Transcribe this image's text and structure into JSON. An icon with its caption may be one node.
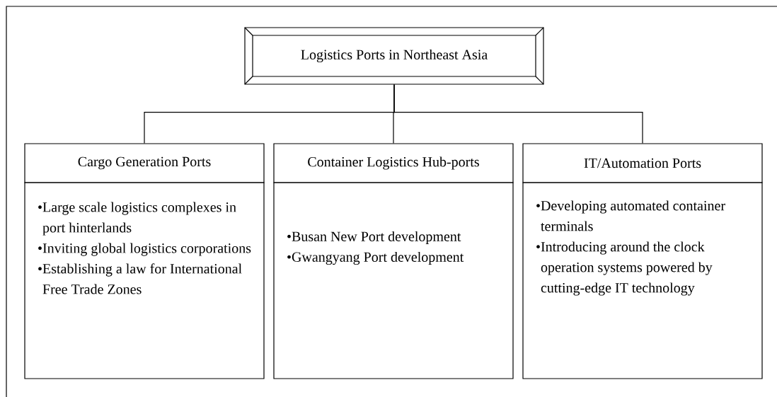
{
  "diagram": {
    "nodes": [
      {
        "text": [
          "Logistics Ports in Northeast Asia"
        ]
      },
      {
        "text": [
          "Cargo Generation Ports"
        ]
      },
      {
        "text": [
          "•Large scale logistics complexes in port hinterlands",
          "•Inviting global logistics corporations",
          "•Establishing a law for International Free Trade Zones"
        ]
      },
      {
        "text": [
          "Container Logistics Hub-ports"
        ]
      },
      {
        "text": [
          "•Busan New Port development",
          "•Gwangyang Port development"
        ]
      },
      {
        "text": [
          "IT/Automation Ports"
        ]
      },
      {
        "text": [
          "•Developing automated container terminals",
          "•Introducing around the clock operation systems powered by cutting-edge IT technology"
        ]
      }
    ],
    "edges": [
      {
        "from": 0,
        "to": 1,
        "arrow": "none"
      },
      {
        "from": 0,
        "to": 3,
        "arrow": "none"
      },
      {
        "from": 0,
        "to": 5,
        "arrow": "none"
      }
    ]
  }
}
